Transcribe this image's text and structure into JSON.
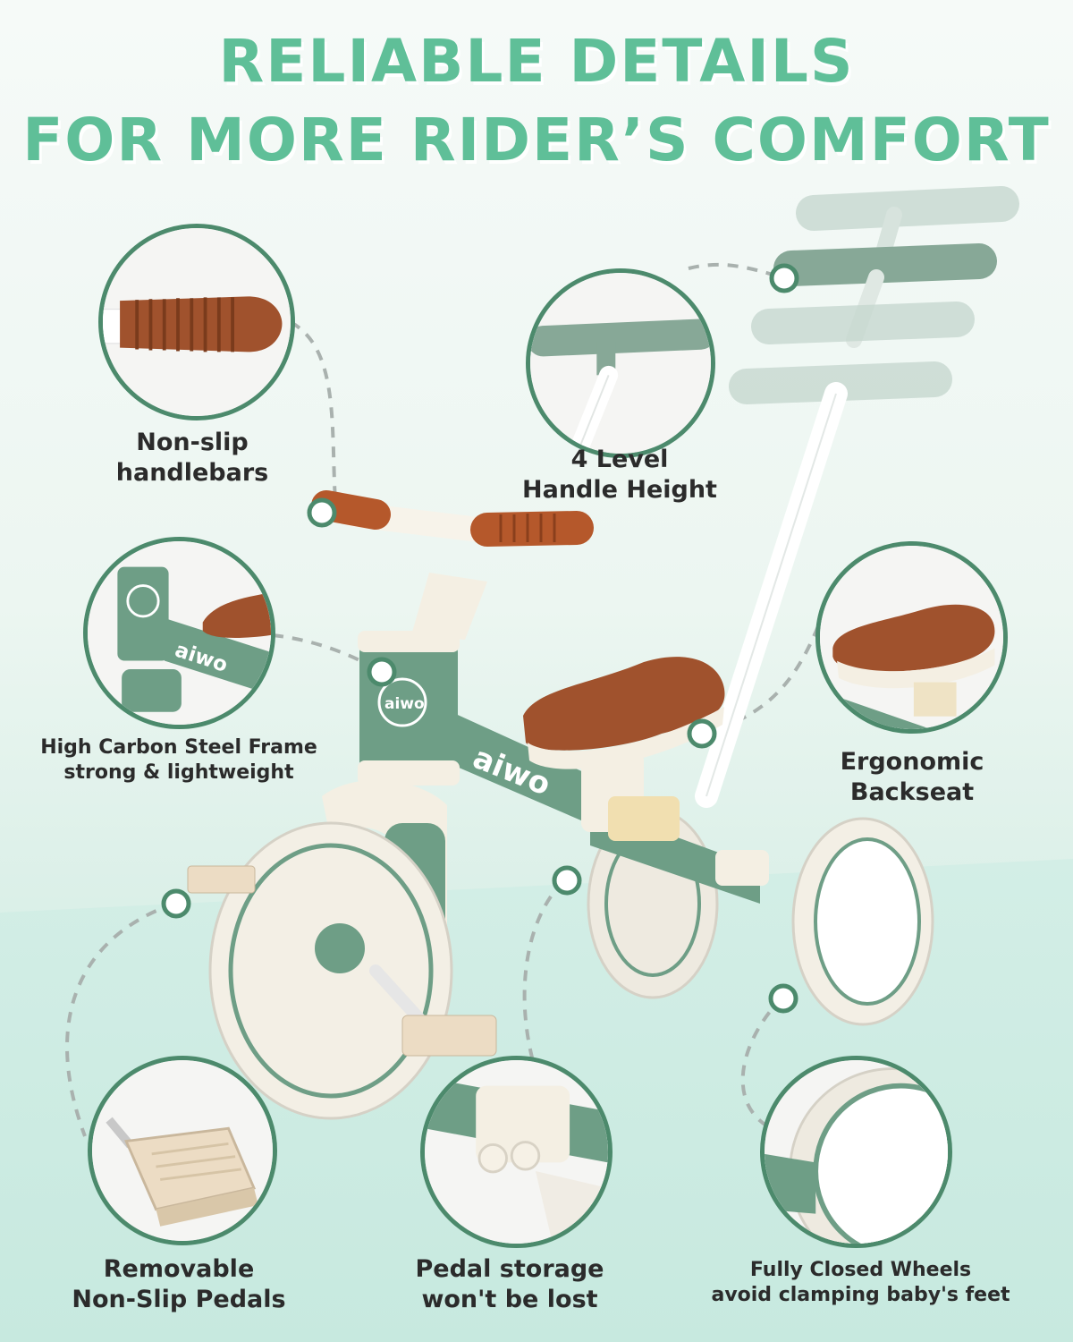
{
  "title": {
    "line1": "RELIABLE DETAILS",
    "line2": "FOR MORE RIDER’S COMFORT"
  },
  "brand": "aiwo",
  "colors": {
    "accent": "#5fbf98",
    "ring": "#4c8a6c",
    "frame": "#6e9e86",
    "seat": "#a0522d",
    "cream": "#f4efe3"
  },
  "features": {
    "handlebars": {
      "line1": "Non-slip",
      "line2": "handlebars"
    },
    "handle_height": {
      "line1": "4 Level",
      "line2": "Handle Height"
    },
    "frame": {
      "line1": "High Carbon Steel Frame",
      "line2": "strong & lightweight"
    },
    "backseat": {
      "line1": "Ergonomic",
      "line2": "Backseat"
    },
    "pedals": {
      "line1": "Removable",
      "line2": "Non-Slip Pedals"
    },
    "pedal_storage": {
      "line1": "Pedal storage",
      "line2": "won't be lost"
    },
    "wheels": {
      "line1": "Fully Closed Wheels",
      "line2": "avoid clamping baby's feet"
    }
  }
}
